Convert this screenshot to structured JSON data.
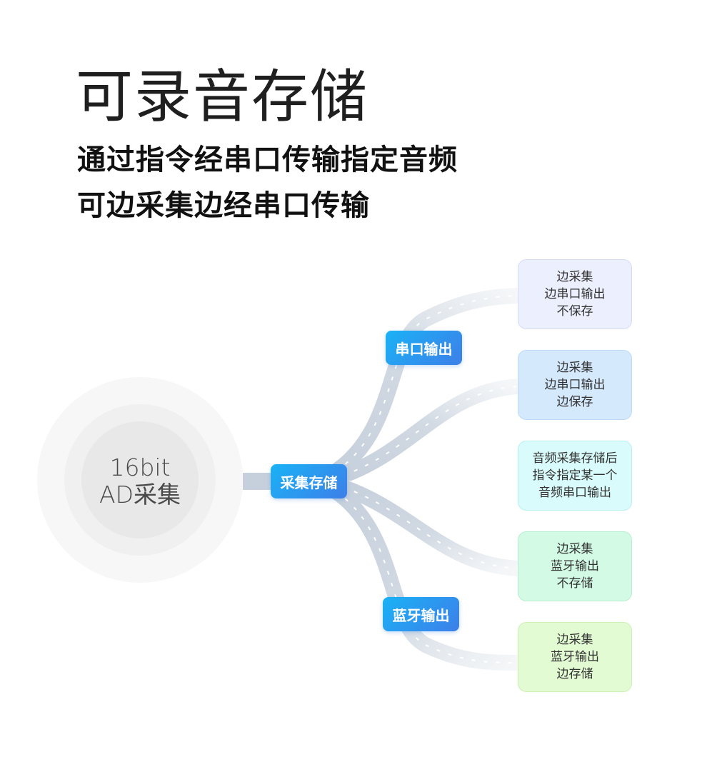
{
  "header": {
    "title": "可录音存储",
    "subtitle_line1": "通过指令经串口传输指定音频",
    "subtitle_line2": "可边采集边经串口传输"
  },
  "center": {
    "line1": "16bit",
    "line2": "AD采集"
  },
  "nodes": {
    "main": "采集存储",
    "serial": "串口输出",
    "bluetooth": "蓝牙输出"
  },
  "cards": [
    {
      "lines": [
        "边采集",
        "边串口输出",
        "不保存"
      ]
    },
    {
      "lines": [
        "边采集",
        "边串口输出",
        "边保存"
      ]
    },
    {
      "lines": [
        "音频采集存储后",
        "指令指定某一个",
        "音频串口输出"
      ]
    },
    {
      "lines": [
        "边采集",
        "蓝牙输出",
        "不存储"
      ]
    },
    {
      "lines": [
        "边采集",
        "蓝牙输出",
        "边存储"
      ]
    }
  ],
  "colors": {
    "node_gradient_start": "#1ab2f6",
    "node_gradient_end": "#3d7fe8",
    "road": "#c6d0dc",
    "road_dash": "#ffffff"
  }
}
